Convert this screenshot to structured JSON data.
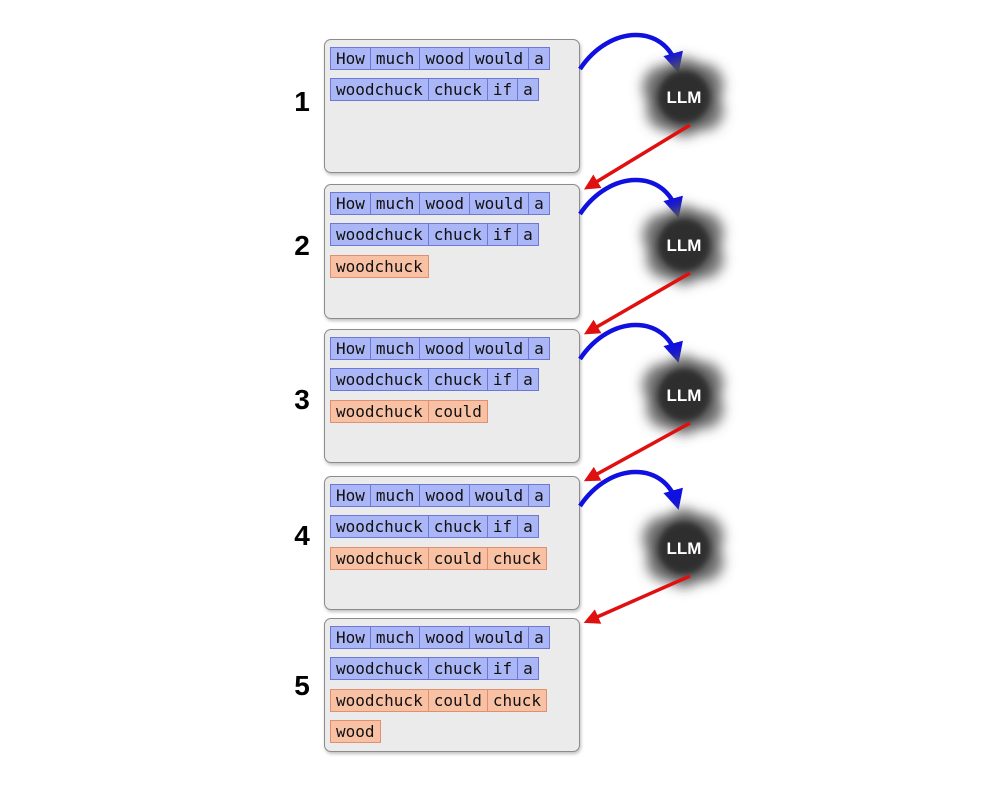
{
  "steps": [
    {
      "number": "1",
      "rows": [
        [
          {
            "t": "How",
            "k": "p"
          },
          {
            "t": "much",
            "k": "p"
          },
          {
            "t": "wood",
            "k": "p"
          },
          {
            "t": "would",
            "k": "p"
          },
          {
            "t": "a",
            "k": "p"
          }
        ],
        [
          {
            "t": "woodchuck",
            "k": "p"
          },
          {
            "t": "chuck",
            "k": "p"
          },
          {
            "t": "if",
            "k": "p"
          },
          {
            "t": "a",
            "k": "p"
          }
        ]
      ]
    },
    {
      "number": "2",
      "rows": [
        [
          {
            "t": "How",
            "k": "p"
          },
          {
            "t": "much",
            "k": "p"
          },
          {
            "t": "wood",
            "k": "p"
          },
          {
            "t": "would",
            "k": "p"
          },
          {
            "t": "a",
            "k": "p"
          }
        ],
        [
          {
            "t": "woodchuck",
            "k": "p"
          },
          {
            "t": "chuck",
            "k": "p"
          },
          {
            "t": "if",
            "k": "p"
          },
          {
            "t": "a",
            "k": "p"
          }
        ],
        [
          {
            "t": "woodchuck",
            "k": "o"
          }
        ]
      ]
    },
    {
      "number": "3",
      "rows": [
        [
          {
            "t": "How",
            "k": "p"
          },
          {
            "t": "much",
            "k": "p"
          },
          {
            "t": "wood",
            "k": "p"
          },
          {
            "t": "would",
            "k": "p"
          },
          {
            "t": "a",
            "k": "p"
          }
        ],
        [
          {
            "t": "woodchuck",
            "k": "p"
          },
          {
            "t": "chuck",
            "k": "p"
          },
          {
            "t": "if",
            "k": "p"
          },
          {
            "t": "a",
            "k": "p"
          }
        ],
        [
          {
            "t": "woodchuck",
            "k": "o"
          },
          {
            "t": "could",
            "k": "o"
          }
        ]
      ]
    },
    {
      "number": "4",
      "rows": [
        [
          {
            "t": "How",
            "k": "p"
          },
          {
            "t": "much",
            "k": "p"
          },
          {
            "t": "wood",
            "k": "p"
          },
          {
            "t": "would",
            "k": "p"
          },
          {
            "t": "a",
            "k": "p"
          }
        ],
        [
          {
            "t": "woodchuck",
            "k": "p"
          },
          {
            "t": "chuck",
            "k": "p"
          },
          {
            "t": "if",
            "k": "p"
          },
          {
            "t": "a",
            "k": "p"
          }
        ],
        [
          {
            "t": "woodchuck",
            "k": "o"
          },
          {
            "t": "could",
            "k": "o"
          },
          {
            "t": "chuck",
            "k": "o"
          }
        ]
      ]
    },
    {
      "number": "5",
      "rows": [
        [
          {
            "t": "How",
            "k": "p"
          },
          {
            "t": "much",
            "k": "p"
          },
          {
            "t": "wood",
            "k": "p"
          },
          {
            "t": "would",
            "k": "p"
          },
          {
            "t": "a",
            "k": "p"
          }
        ],
        [
          {
            "t": "woodchuck",
            "k": "p"
          },
          {
            "t": "chuck",
            "k": "p"
          },
          {
            "t": "if",
            "k": "p"
          },
          {
            "t": "a",
            "k": "p"
          }
        ],
        [
          {
            "t": "woodchuck",
            "k": "o"
          },
          {
            "t": "could",
            "k": "o"
          },
          {
            "t": "chuck",
            "k": "o"
          }
        ],
        [
          {
            "t": "wood",
            "k": "o"
          }
        ]
      ]
    }
  ],
  "llm_nodes": [
    {
      "label": "LLM"
    },
    {
      "label": "LLM"
    },
    {
      "label": "LLM"
    },
    {
      "label": "LLM"
    }
  ],
  "colors": {
    "prompt_token": "#aab6f5",
    "output_token": "#f8c1a4",
    "input_arrow": "#1010e0",
    "output_arrow": "#e01010",
    "llm_cloud": "#555555"
  }
}
